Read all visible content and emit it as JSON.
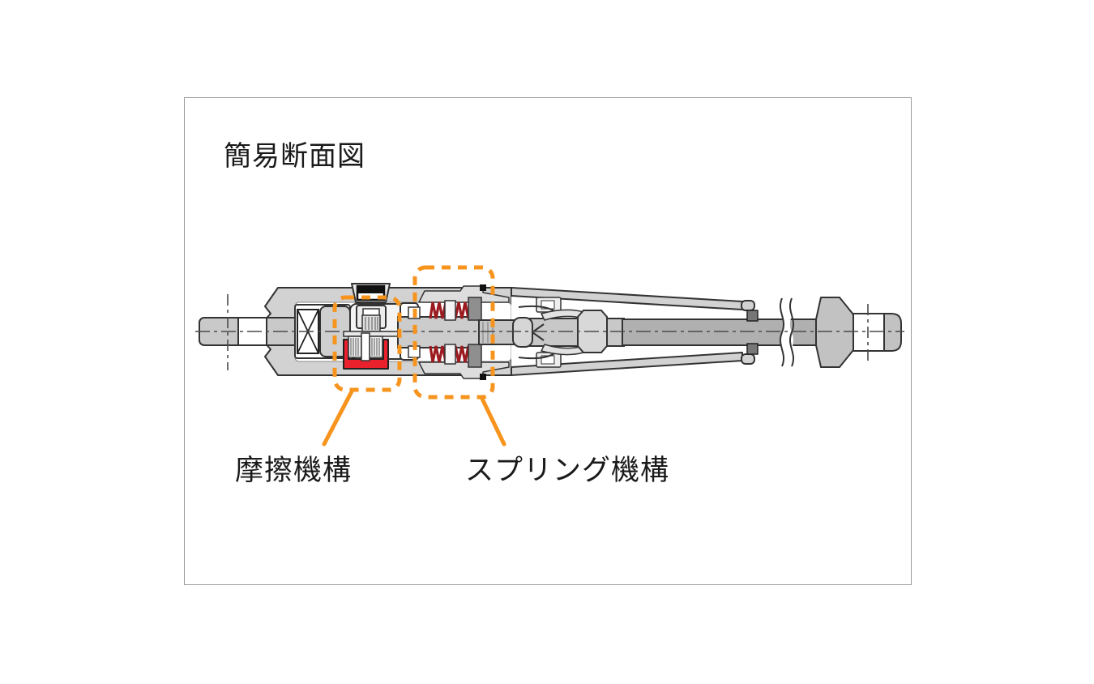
{
  "figure": {
    "title": "簡易断面図",
    "labels": {
      "friction": "摩擦機構",
      "spring": "スプリング機構"
    }
  },
  "colors": {
    "accent_orange": "#F7941E",
    "friction_red": "#E8212D",
    "spring_red": "#9B1B20",
    "housing_gray": "#D2D2D2",
    "shaft_gray": "#B0B0B0",
    "outline_dark": "#333333",
    "frame_border": "#9A9A9A"
  }
}
